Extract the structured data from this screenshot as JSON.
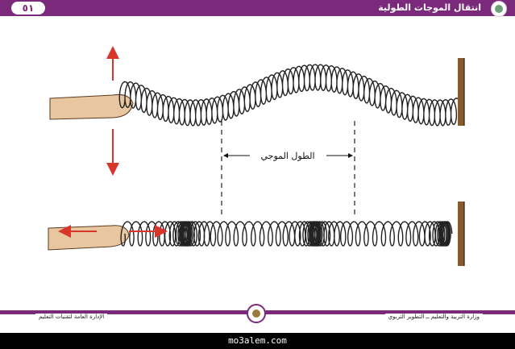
{
  "header": {
    "page_number": "٥١",
    "title": "انتقال الموجات الطولية"
  },
  "diagram": {
    "wavelength_label": "الطول الموجي"
  },
  "footer": {
    "left_text": "الإدارة العامة لتقنيات التعليم",
    "right_text": "وزارة التربية والتعليم ــ التطوير التربوي"
  },
  "watermark": "mo3alem.com",
  "colors": {
    "header_bar": "#7b2a7b",
    "arrow": "#d8362a",
    "spring": "#222222",
    "wall": "#8a5a2b"
  }
}
